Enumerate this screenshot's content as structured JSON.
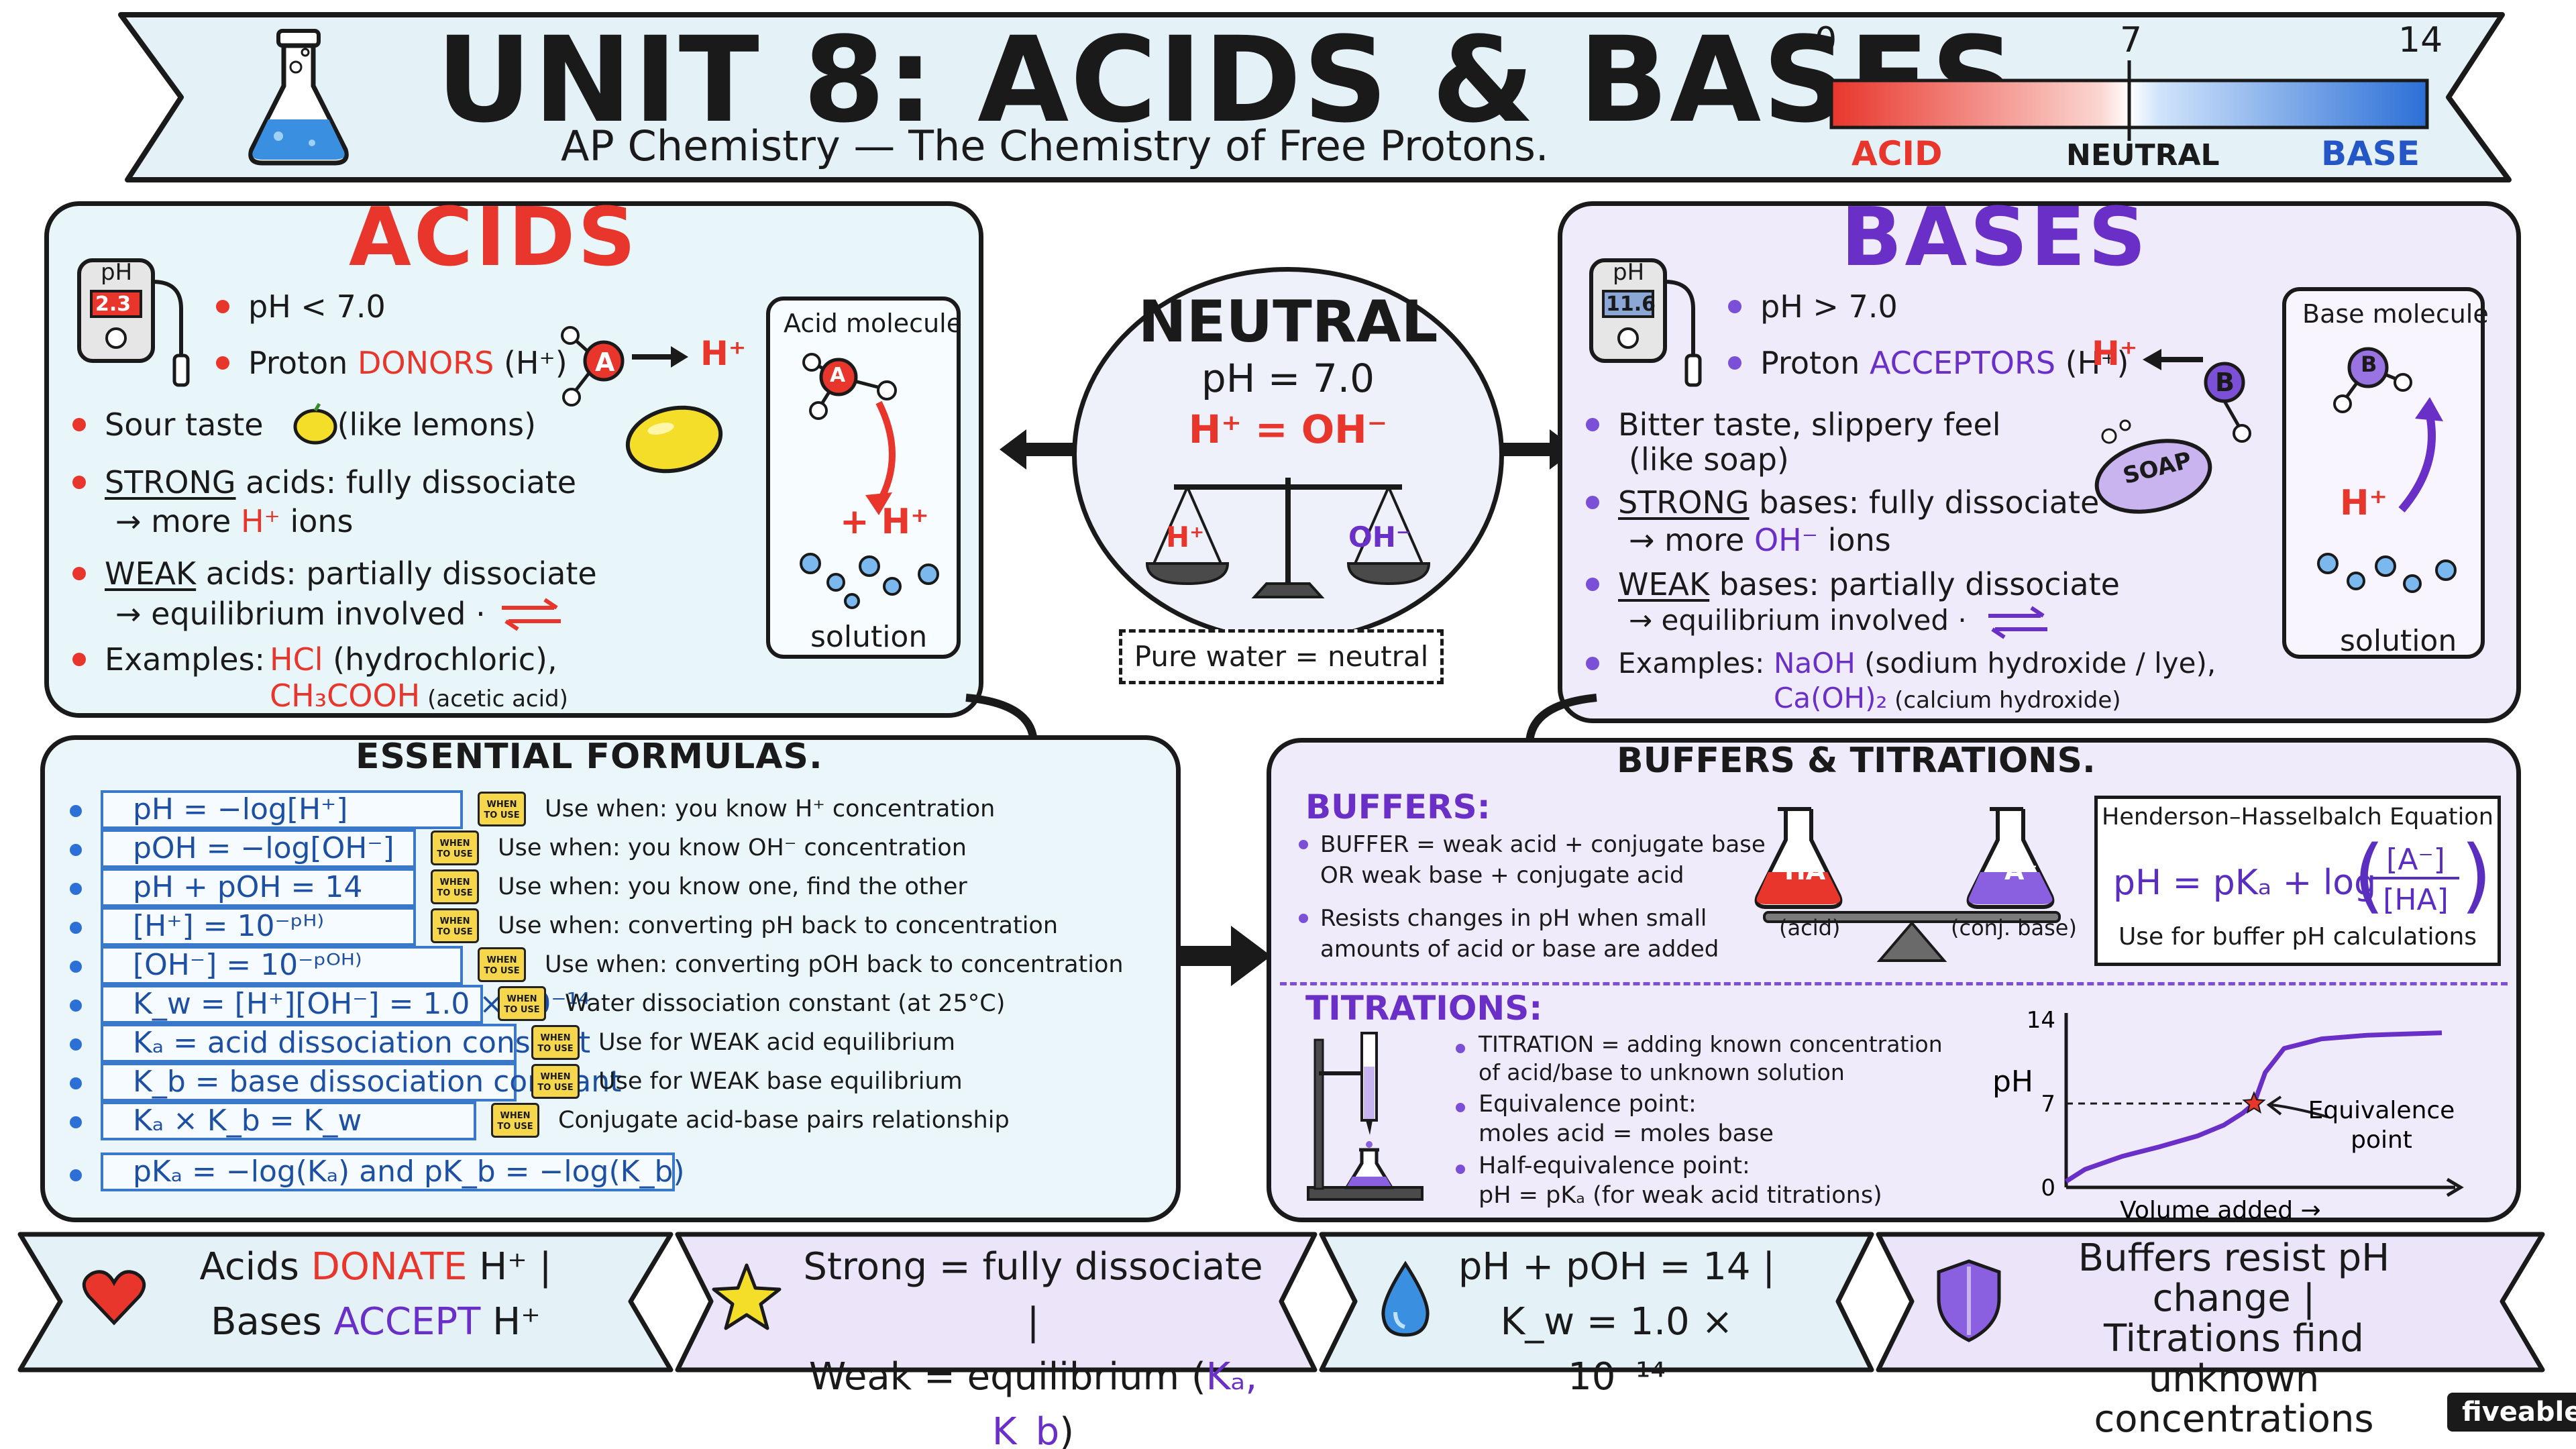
{
  "header": {
    "title": "UNIT 8: ACIDS & BASES",
    "subtitle": "AP Chemistry — The Chemistry of Free Protons.",
    "scale": {
      "tick_low": "0",
      "tick_mid": "7",
      "tick_high": "14",
      "label_acid": "ACID",
      "label_neutral": "NEUTRAL",
      "label_base": "BASE"
    }
  },
  "acids": {
    "title": "ACIDS",
    "meter_label": "pH",
    "meter_value": "2.3",
    "ph": "pH < 7.0",
    "proton_pre": "Proton ",
    "proton_key": "DONORS",
    "proton_post": " (H⁺)",
    "mini_atom": "A",
    "mini_product": "H⁺",
    "taste_pre": "Sour taste",
    "taste_post": "(like lemons)",
    "strong_key": "STRONG",
    "strong_text": " acids: fully dissociate",
    "strong_line2_pre": "→ more ",
    "strong_line2_ion": "H⁺",
    "strong_line2_post": " ions",
    "weak_key": "WEAK",
    "weak_text": " acids: partially dissociate",
    "weak_line2": "→ equilibrium involved ·",
    "examples_label": "Examples:",
    "ex1_formula": "HCl",
    "ex1_name": " (hydrochloric),",
    "ex2_formula": "CH₃COOH",
    "ex2_name": " (acetic acid)",
    "molecule_box_title": "Acid molecule",
    "molecule_atom": "A",
    "released": "+ H⁺",
    "solution": "solution"
  },
  "neutral": {
    "title": "NEUTRAL",
    "ph": "pH = 7.0",
    "equality": "H⁺ = OH⁻",
    "pan_left": "H⁺",
    "pan_right": "OH⁻",
    "note": "Pure water = neutral"
  },
  "bases": {
    "title": "BASES",
    "meter_label": "pH",
    "meter_value": "11.6",
    "ph": "pH > 7.0",
    "proton_pre": "Proton ",
    "proton_key": "ACCEPTORS",
    "proton_post": " (H⁺)",
    "mini_atom": "B",
    "mini_product": "H⁺",
    "taste_line1": "Bitter taste, slippery feel",
    "taste_line2": "(like soap)",
    "soap_label": "SOAP",
    "strong_key": "STRONG",
    "strong_text": " bases: fully dissociate",
    "strong_line2_pre": "→ more ",
    "strong_line2_ion": "OH⁻",
    "strong_line2_post": " ions",
    "weak_key": "WEAK",
    "weak_text": " bases: partially dissociate",
    "weak_line2": "→ equilibrium involved ·",
    "examples_label": "Examples:",
    "ex1_formula": "NaOH",
    "ex1_name": " (sodium hydroxide / lye),",
    "ex2_formula": "Ca(OH)₂",
    "ex2_name": " (calcium hydroxide)",
    "molecule_box_title": "Base molecule",
    "molecule_atom": "B",
    "captured": "H⁺",
    "solution": "solution"
  },
  "formulas": {
    "title": "ESSENTIAL FORMULAS.",
    "tag_line1": "WHEN",
    "tag_line2": "TO USE",
    "rows": [
      {
        "formula": "pH = −log[H⁺]",
        "use": "Use when: you know H⁺ concentration"
      },
      {
        "formula": "pOH = −log[OH⁻]",
        "use": "Use when: you know OH⁻ concentration"
      },
      {
        "formula": "pH + pOH = 14",
        "use": "Use when: you know one, find the other"
      },
      {
        "formula": "[H⁺] = 10⁻ᵖᴴ⁾",
        "use": "Use when: converting pH back to concentration"
      },
      {
        "formula": "[OH⁻] = 10⁻ᵖᴼᴴ⁾",
        "use": "Use when: converting pOH back to concentration"
      },
      {
        "formula": "K_w = [H⁺][OH⁻] = 1.0 × 10⁻¹⁴",
        "use": "Water dissociation constant (at 25°C)"
      },
      {
        "formula": "Kₐ = acid dissociation constant",
        "use": "Use for WEAK acid equilibrium"
      },
      {
        "formula": "K_b = base dissociation constant",
        "use": "Use for WEAK base equilibrium"
      },
      {
        "formula": "Kₐ × K_b = K_w",
        "use": "Conjugate acid-base pairs relationship"
      }
    ],
    "final_formula": "pKₐ = −log(Kₐ) and pK_b = −log(K_b)"
  },
  "buffers": {
    "section_title": "BUFFERS & TITRATIONS.",
    "buffers_label": "BUFFERS:",
    "b1_line1": "BUFFER = weak acid + conjugate base",
    "b1_line2": "OR weak base + conjugate acid",
    "b2_line1": "Resists changes in pH when small",
    "b2_line2": "amounts of acid or base are added",
    "flask_left": "HA",
    "flask_right": "A⁻",
    "caption_left": "(acid)",
    "caption_right": "(conj. base)",
    "hh_title": "Henderson–Hasselbalch Equation",
    "hh_lhs": "pH = pKₐ + log",
    "hh_num": "[A⁻]",
    "hh_den": "[HA]",
    "hh_note": "Use for buffer pH calculations",
    "titrations_label": "TITRATIONS:",
    "t1_line1": "TITRATION = adding known concentration",
    "t1_line2": "of acid/base to unknown solution",
    "t2_line1": "Equivalence point:",
    "t2_line2": "moles acid = moles base",
    "t3_line1": "Half-equivalence point:",
    "t3_line2": "pH = pKₐ (for weak acid titrations)"
  },
  "chart_data": {
    "type": "line",
    "xlabel": "Volume added →",
    "ylabel": "pH",
    "yticks": [
      "14",
      "7",
      "0"
    ],
    "ylim": [
      0,
      14
    ],
    "annotation": "Equivalence point",
    "equivalence": {
      "x": 0.5,
      "y": 7
    },
    "series": [
      {
        "x": [
          0,
          0.05,
          0.15,
          0.25,
          0.35,
          0.42,
          0.47,
          0.5,
          0.53,
          0.58,
          0.68,
          0.8,
          1.0
        ],
        "y": [
          0.5,
          1.5,
          2.6,
          3.4,
          4.3,
          5.2,
          6.2,
          7.0,
          9.6,
          11.6,
          12.4,
          12.7,
          12.9
        ]
      }
    ]
  },
  "footer": {
    "b1_l1_pre": "Acids ",
    "b1_l1_key": "DONATE",
    "b1_l1_post": " H⁺ |",
    "b1_l2_pre": "Bases ",
    "b1_l2_key": "ACCEPT",
    "b1_l2_post": " H⁺",
    "b2_l1": "Strong = fully dissociate |",
    "b2_l2_pre": "Weak = equilibrium (",
    "b2_l2_key": "Kₐ, K_b",
    "b2_l2_post": ")",
    "b3_l1": "pH + pOH = 14 |",
    "b3_l2": "K_w = 1.0 × 10⁻¹⁴",
    "b4_l1": "Buffers resist pH change |",
    "b4_l2": "Titrations find unknown",
    "b4_l3": "concentrations"
  },
  "brand": "fiveable",
  "colors": {
    "acid": "#e8362c",
    "base": "#6a2fc7",
    "neutral_panel": "#eef0fa",
    "acid_panel": "#eaf6fa",
    "base_panel": "#f0ebfb",
    "formula_blue": "#1d4fa3"
  }
}
